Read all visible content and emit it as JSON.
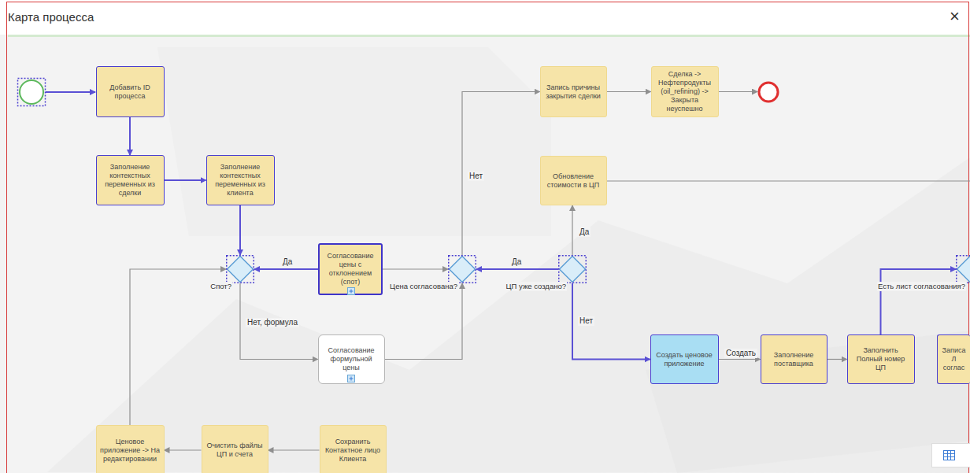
{
  "diagram": {
    "title": "Карта процесса",
    "nodes": [
      {
        "text": [
          "Добавить ID процесса"
        ]
      },
      {
        "text": [
          "Заполнение контекстных переменных из сделки"
        ]
      },
      {
        "text": [
          "Заполнение контекстных переменных из клиента"
        ]
      },
      {
        "text": [
          "Спот?"
        ]
      },
      {
        "text": [
          "Согласование цены с отклонением (спот)"
        ]
      },
      {
        "text": [
          "Цена согласована?"
        ]
      },
      {
        "text": [
          "ЦП уже создано?"
        ]
      },
      {
        "text": [
          "Запись причины закрытия сделки"
        ]
      },
      {
        "text": [
          "Сделка -> Нефтепродукты (oil_refining) -> Закрыта неуспешно"
        ]
      },
      {
        "text": [
          "Обновление стоимости в ЦП"
        ]
      },
      {
        "text": [
          "Согласование формульной цены"
        ]
      },
      {
        "text": [
          "Создать ценовое приложение"
        ]
      },
      {
        "text": [
          "Заполнение поставщика"
        ]
      },
      {
        "text": [
          "Заполнить Полный номер ЦП"
        ]
      },
      {
        "text": [
          "Записа Л соглас"
        ]
      },
      {
        "text": [
          "Есть лист согласования?"
        ]
      },
      {
        "text": [
          "Ценовое приложение -> На редактировании"
        ]
      },
      {
        "text": [
          "Очистить файлы ЦП и счета"
        ]
      },
      {
        "text": [
          "Сохранить Контактное лицо Клиента"
        ]
      }
    ],
    "edges": [
      {
        "from": 0,
        "to": 1,
        "arrow": "to"
      },
      {
        "from": 1,
        "to": 2,
        "arrow": "to"
      },
      {
        "from": 2,
        "to": 3,
        "arrow": "to"
      },
      {
        "from": 4,
        "to": 3,
        "arrow": "to",
        "label": "Да"
      },
      {
        "from": 4,
        "to": 5,
        "arrow": "to"
      },
      {
        "from": 6,
        "to": 5,
        "arrow": "to",
        "label": "Да"
      },
      {
        "from": 5,
        "to": 7,
        "arrow": "to",
        "label": "Нет"
      },
      {
        "from": 7,
        "to": 8,
        "arrow": "to"
      },
      {
        "from": 6,
        "to": 9,
        "arrow": "to",
        "label": "Да"
      },
      {
        "from": 6,
        "to": 11,
        "arrow": "to",
        "label": "Нет"
      },
      {
        "from": 11,
        "to": 12,
        "arrow": "to",
        "label": "Создать"
      },
      {
        "from": 12,
        "to": 13,
        "arrow": "to"
      },
      {
        "from": 13,
        "to": 15,
        "arrow": "to"
      },
      {
        "from": 3,
        "to": 10,
        "arrow": "to",
        "label": "Нет, формула"
      },
      {
        "from": 10,
        "to": 5,
        "arrow": "to"
      },
      {
        "from": 18,
        "to": 17,
        "arrow": "to"
      },
      {
        "from": 17,
        "to": 16,
        "arrow": "to"
      },
      {
        "from": 16,
        "to": 3,
        "arrow": "to"
      }
    ],
    "labels": [
      "×"
    ]
  }
}
